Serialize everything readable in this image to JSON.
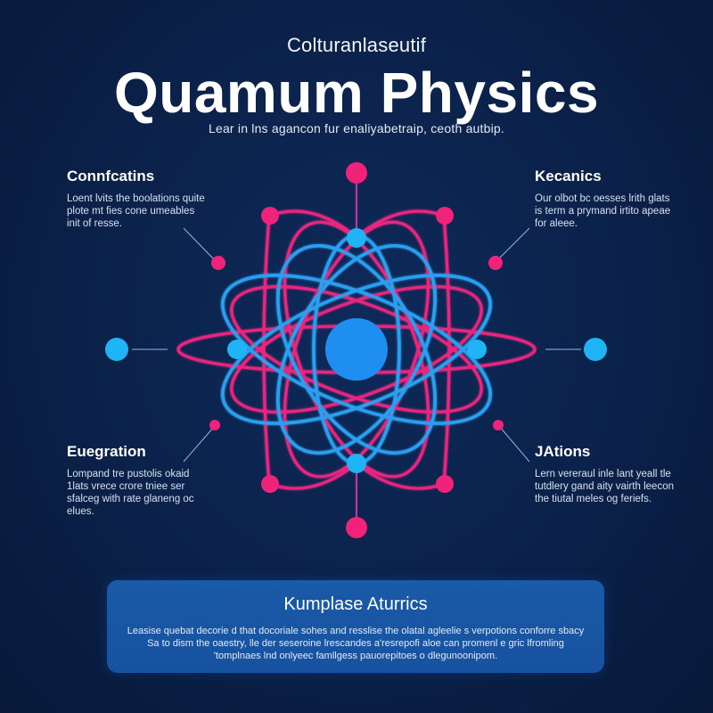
{
  "header": {
    "eyebrow": "Colturanlaseutif",
    "title": "Quamum Physics",
    "subtitle": "Lear in lns agancon fur enaliyabetraip, ceoth autbip."
  },
  "annotations": {
    "top_left": {
      "title": "Connfcatins",
      "body": "Loent lvits the boolations quite plote mt fies cone umeables init of resse."
    },
    "top_right": {
      "title": "Kecanics",
      "body": "Our olbot bc oesses lrith glats is term a prymand irtito apeae for aleee."
    },
    "bottom_left": {
      "title": "Euegration",
      "body": "Lompand tre pustolis okaid 1lats vrece crore tniee ser sfalceg with rate glaneng oc elues."
    },
    "bottom_right": {
      "title": "JAtions",
      "body": "Lern vereraul inle lant yeall tle tutdlery gand aity vairth leecon the tiutal meles og feriefs."
    }
  },
  "panel": {
    "title": "Kumplase Aturrics",
    "body": "Leasise quebat decorie d that docoriale sohes and resslise the olatal agleelie s verpotions conforre sbacy Sa to dism the oaestry, lle der seseroine lrescandes a'resrepofi aloe can promenl e gric lfromling 'tomplnaes lnd onlyeec famllgess pauorepitoes o dlegunoonipom."
  },
  "diagram": {
    "type": "atom",
    "nucleus_color": "#1e8ff0",
    "electron_color": "#1eb4f5",
    "accent_color": "#f0227a",
    "orbit_blue": "#2a9ff0",
    "orbit_pink": "#e8257f",
    "background": "#0b2149",
    "panel_color": "#1a5aa7"
  }
}
